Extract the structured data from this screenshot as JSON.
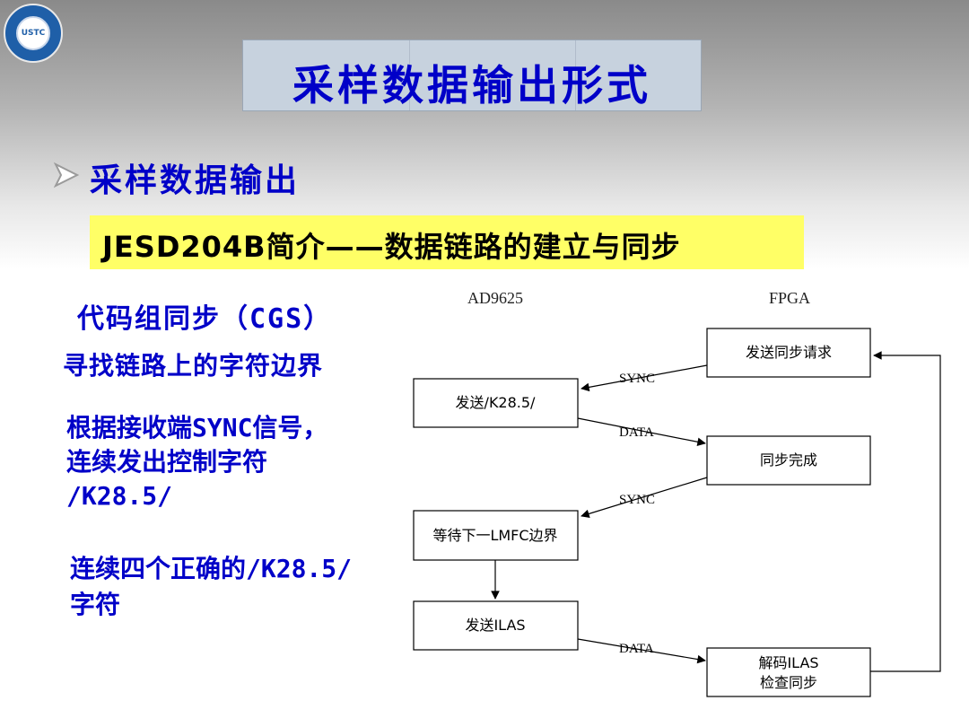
{
  "slide": {
    "title": "采样数据输出形式",
    "bullet": "采样数据输出",
    "highlight": "JESD204B简介——数据链路的建立与同步",
    "left_text": {
      "cgs": "代码组同步（CGS）",
      "find_boundary": "寻找链路上的字符边界",
      "sync_line1": "根据接收端SYNC信号，",
      "sync_line2": "连续发出控制字符",
      "sync_line3": "/K28.5/",
      "four_line1": "连续四个正确的/K28.5/",
      "four_line2": "字符"
    }
  },
  "logo": {
    "text": "USTC",
    "colors": {
      "ring": "#1f5fa8",
      "inner": "#ffffff"
    }
  },
  "diagram": {
    "columns": {
      "left": "AD9625",
      "right": "FPGA"
    },
    "nodes": {
      "send_sync_request": "发送同步请求",
      "send_k285": "发送/K28.5/",
      "sync_complete": "同步完成",
      "wait_lmfc": "等待下一LMFC边界",
      "send_ilas": "发送ILAS",
      "decode_ilas_line1": "解码ILAS",
      "decode_ilas_line2": "检查同步"
    },
    "edge_labels": {
      "sync1": "SYNC",
      "data1": "DATA",
      "sync2": "SYNC",
      "data2": "DATA"
    }
  },
  "colors": {
    "title_text": "#0000c8",
    "title_box": "#c7d2de",
    "highlight_bg": "#ffff66",
    "body_text": "#0000c8"
  }
}
